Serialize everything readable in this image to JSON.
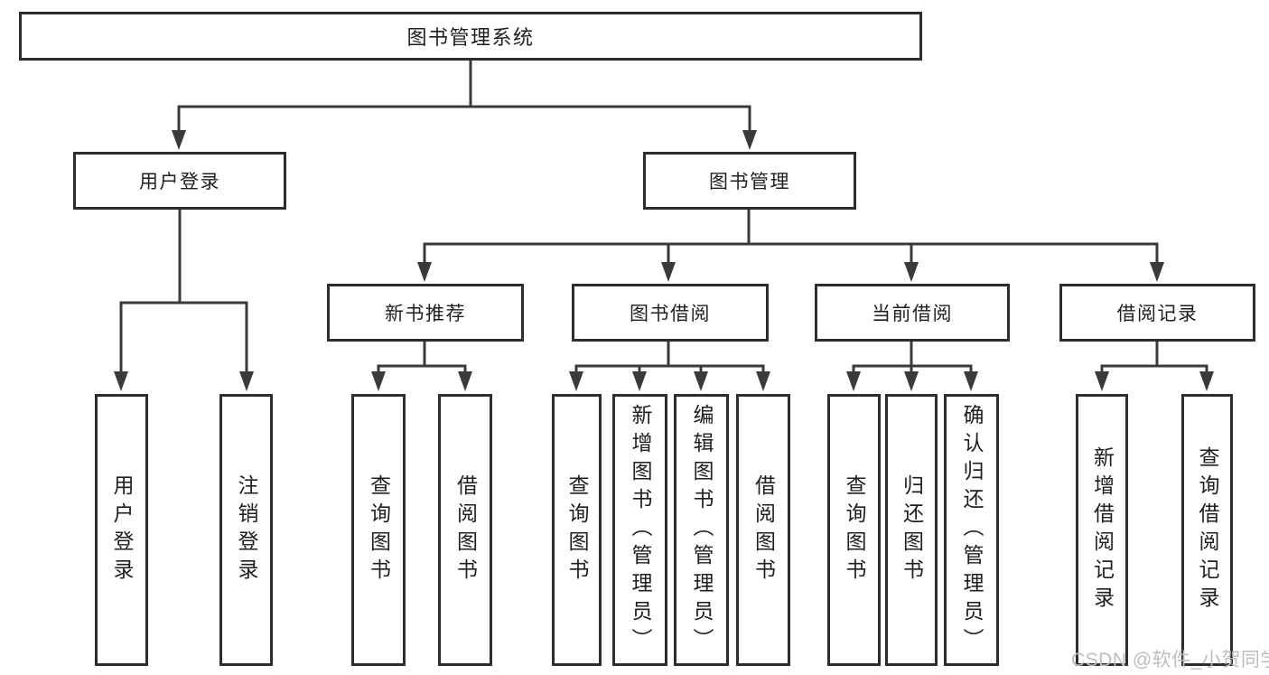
{
  "diagram_type": "hierarchy-tree",
  "colors": {
    "background": "#ffffff",
    "line": "#3a3a3a",
    "box_border": "#2d2d2d",
    "box_fill": "#ffffff",
    "text": "#1f1f1f",
    "watermark": "#bdbdbd"
  },
  "watermark": {
    "text": "CSDN @软件_小贺同学"
  },
  "tree": {
    "label": "图书管理系统",
    "children": [
      {
        "label": "用户登录",
        "children": [
          {
            "label": "用户登录"
          },
          {
            "label": "注销登录"
          }
        ]
      },
      {
        "label": "图书管理",
        "children": [
          {
            "label": "新书推荐",
            "children": [
              {
                "label": "查询图书"
              },
              {
                "label": "借阅图书"
              }
            ]
          },
          {
            "label": "图书借阅",
            "children": [
              {
                "label": "查询图书"
              },
              {
                "label": "新增图书（管理员）"
              },
              {
                "label": "编辑图书（管理员）"
              },
              {
                "label": "借阅图书"
              }
            ]
          },
          {
            "label": "当前借阅",
            "children": [
              {
                "label": "查询图书"
              },
              {
                "label": "归还图书"
              },
              {
                "label": "确认归还（管理员）"
              }
            ]
          },
          {
            "label": "借阅记录",
            "children": [
              {
                "label": "新增借阅记录"
              },
              {
                "label": "查询借阅记录"
              }
            ]
          }
        ]
      }
    ]
  }
}
